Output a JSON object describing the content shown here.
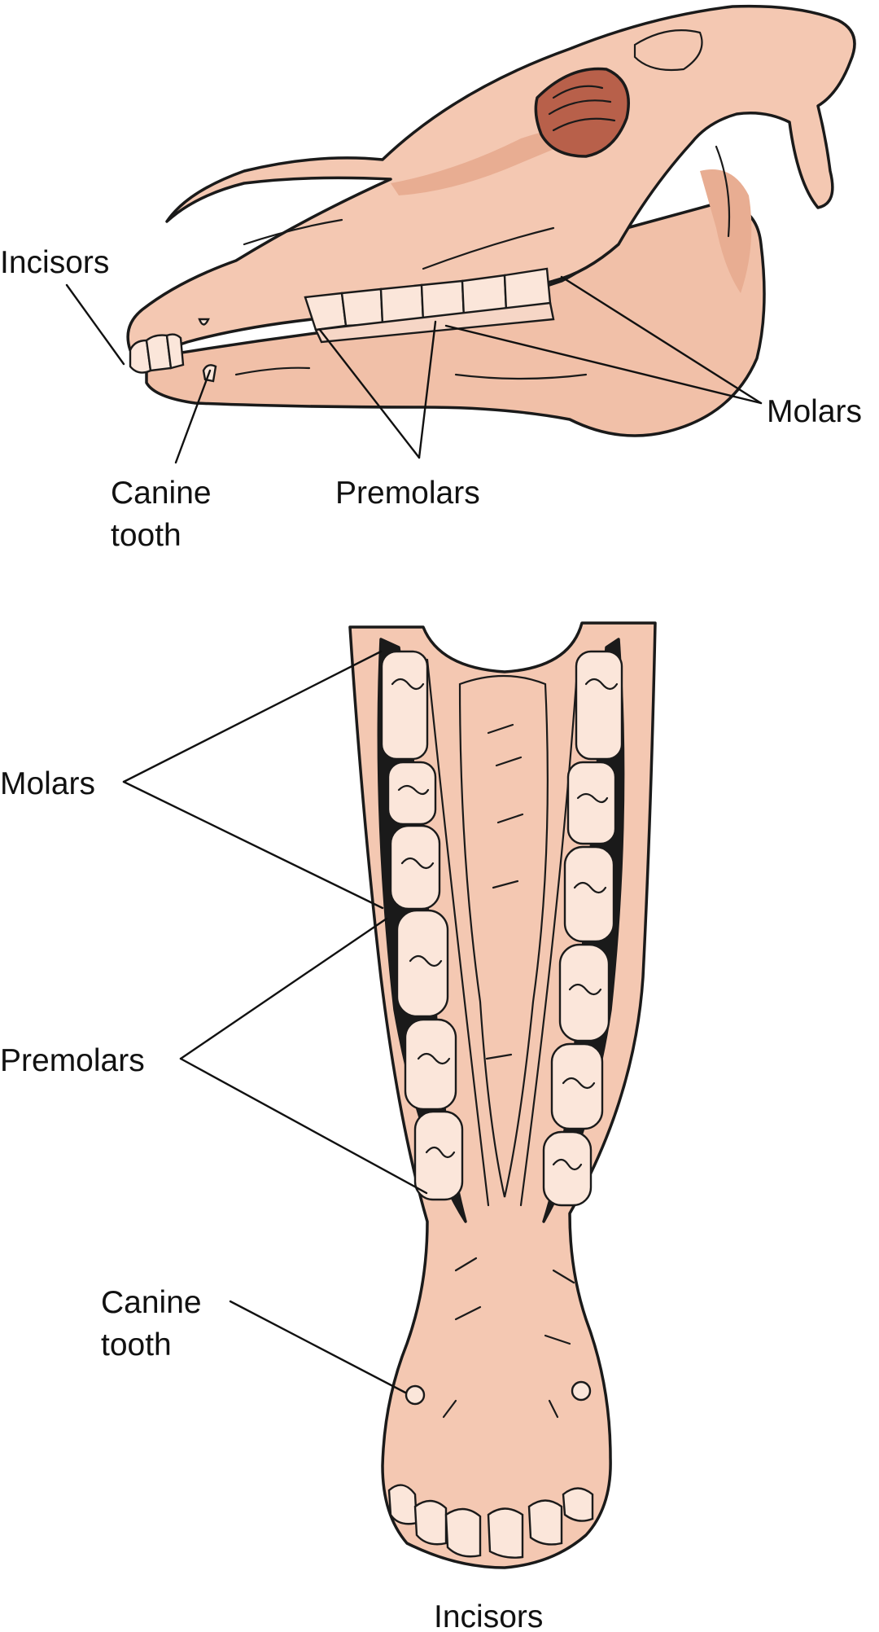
{
  "colors": {
    "bone": "#f4c8b2",
    "bone_shadow": "#e3a488",
    "tooth": "#fbe6da",
    "orbit": "#b8604a",
    "ink": "#1a1a1a"
  },
  "lateral_view": {
    "labels": {
      "incisors": "Incisors",
      "canine_line1": "Canine",
      "canine_line2": "tooth",
      "premolars": "Premolars",
      "molars": "Molars"
    }
  },
  "ventral_view": {
    "labels": {
      "molars": "Molars",
      "premolars": "Premolars",
      "canine_line1": "Canine",
      "canine_line2": "tooth",
      "incisors": "Incisors"
    }
  }
}
